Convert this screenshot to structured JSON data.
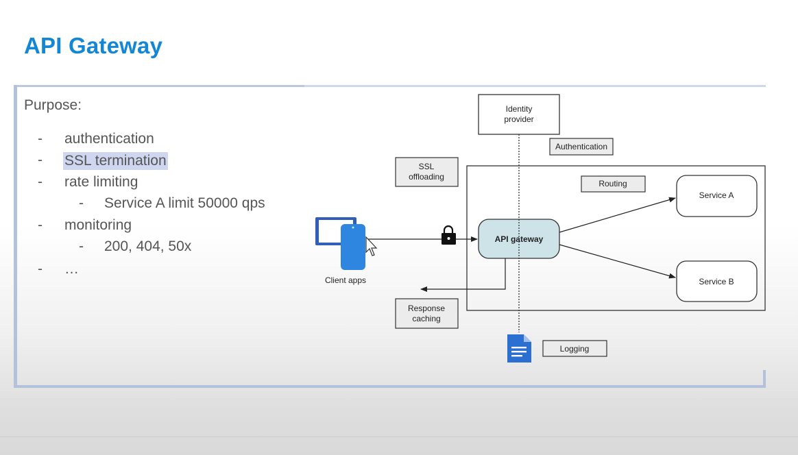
{
  "slide": {
    "title": "API Gateway",
    "purpose_label": "Purpose:",
    "bullets": [
      {
        "dash": "-",
        "text": "authentication"
      },
      {
        "dash": "-",
        "text": "SSL termination"
      },
      {
        "dash": "-",
        "text": "rate limiting"
      },
      {
        "dash": "-",
        "text": "Service A limit 50000 qps"
      },
      {
        "dash": "-",
        "text": "monitoring"
      },
      {
        "dash": "-",
        "text": "200, 404, 50x"
      },
      {
        "dash": "-",
        "text": "…"
      }
    ]
  },
  "diagram": {
    "identity_provider": [
      "Identity",
      "provider"
    ],
    "authentication": "Authentication",
    "ssl_offloading": [
      "SSL",
      "offloading"
    ],
    "routing": "Routing",
    "service_a": "Service A",
    "service_b": "Service B",
    "api_gateway": "API gateway",
    "client_apps": "Client apps",
    "response_caching": [
      "Response",
      "caching"
    ],
    "logging": "Logging",
    "icons": [
      "client-devices-icon",
      "lock-icon",
      "cursor-icon",
      "document-icon"
    ],
    "colors": {
      "gateway_fill": "#cde3e8",
      "device_blue": "#2f86e0",
      "doc_blue": "#2b6fd1"
    }
  }
}
